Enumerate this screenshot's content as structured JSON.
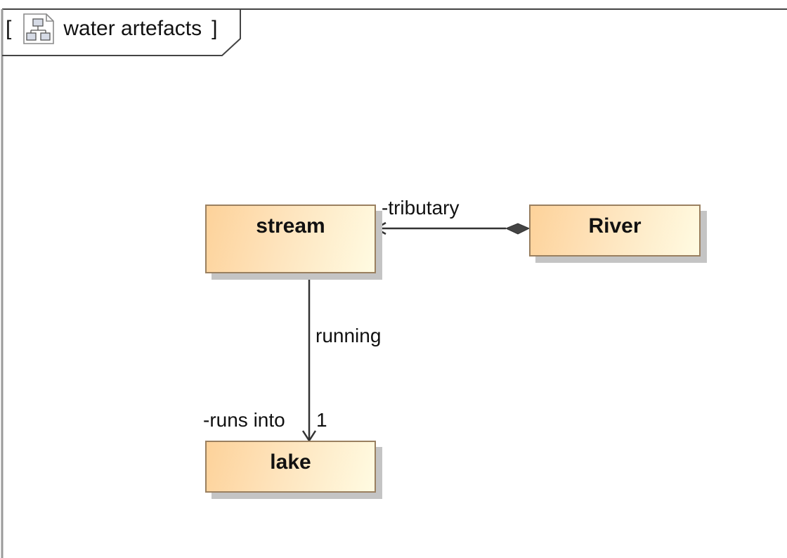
{
  "frame": {
    "open_bracket": "[",
    "title": "water artefacts",
    "close_bracket": "]",
    "icon": "class-diagram-icon"
  },
  "classes": {
    "stream": "stream",
    "river": "River",
    "lake": "lake"
  },
  "associations": {
    "composition": {
      "role": "-tributary"
    },
    "runs": {
      "name": "running",
      "role": "-runs into",
      "multiplicity": "1"
    }
  },
  "colors": {
    "class_fill_start": "#fdd29a",
    "class_fill_end": "#fffbe2",
    "class_border": "#9a8060",
    "line": "#333333"
  }
}
